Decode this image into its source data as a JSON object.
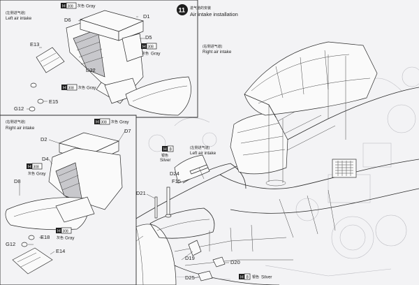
{
  "step": {
    "number": "11",
    "title_cn": "进气道的安装",
    "title_en": "Air intake installation"
  },
  "panels": {
    "left_intake": {
      "title_cn": "(左侧进气道)",
      "title_en": "Left air intake",
      "parts": [
        "D1",
        "D6",
        "D5",
        "D32",
        "E13",
        "E15",
        "G12"
      ],
      "colors": [
        {
          "code": "H",
          "num": "308",
          "cn": "灰色",
          "name": "Gray"
        },
        {
          "code": "H",
          "num": "308",
          "cn": "灰色",
          "name": "Gray"
        },
        {
          "code": "H",
          "num": "308",
          "cn": "灰色",
          "name": "Gray"
        }
      ]
    },
    "right_intake": {
      "title_cn": "(右侧进气道)",
      "title_en": "Right air intake",
      "parts": [
        "D2",
        "D7",
        "D4",
        "D8",
        "E18",
        "E14",
        "G12"
      ],
      "colors": [
        {
          "code": "H",
          "num": "308",
          "cn": "灰色",
          "name": "Gray"
        },
        {
          "code": "H",
          "num": "308",
          "cn": "灰色",
          "name": "Gray"
        },
        {
          "code": "H",
          "num": "308",
          "cn": "灰色",
          "name": "Gray"
        }
      ]
    }
  },
  "callouts": {
    "right_intake_cn": "(右侧进气道)",
    "right_intake_en": "Right air intake",
    "left_intake_cn": "(左侧进气道)",
    "left_intake_en": "Left air intake"
  },
  "fuselage_parts": [
    "D24",
    "F15",
    "D21",
    "D19",
    "D20",
    "D25"
  ],
  "silver_colors": [
    {
      "code": "H",
      "num": "8",
      "cn": "银色",
      "name": "Silver"
    },
    {
      "code": "H",
      "num": "8",
      "cn": "银色",
      "name": "Silver"
    }
  ],
  "palette": {
    "ink": "#2a2a2a",
    "paper": "#f3f3f5",
    "gray_paint": "#c8c8cc"
  }
}
